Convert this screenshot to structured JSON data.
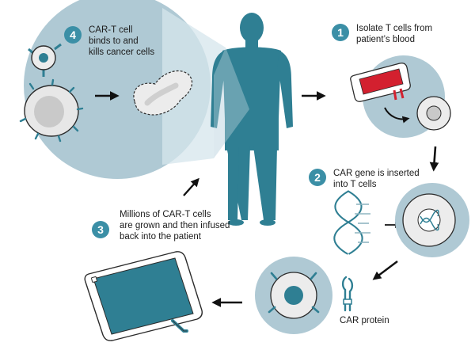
{
  "steps": [
    {
      "number": "1",
      "lines": [
        "Isolate T cells from",
        "patient’s blood"
      ]
    },
    {
      "number": "2",
      "lines": [
        "CAR gene is inserted",
        "into T cells"
      ]
    },
    {
      "number": "3",
      "lines": [
        "Millions of CAR-T cells",
        "are grown and then infused",
        "back into the patient"
      ]
    },
    {
      "number": "4",
      "lines": [
        "CAR-T cell",
        "binds to and",
        "kills cancer cells"
      ]
    }
  ],
  "labels": {
    "car_protein": "CAR protein"
  },
  "colors": {
    "teal": "#2f7f93",
    "circle_fill": "#afc9d4",
    "badge": "#3b8fa6",
    "blood": "#d3202f",
    "cell_fill": "#e6e6e6",
    "outline": "#2b2b2b"
  }
}
